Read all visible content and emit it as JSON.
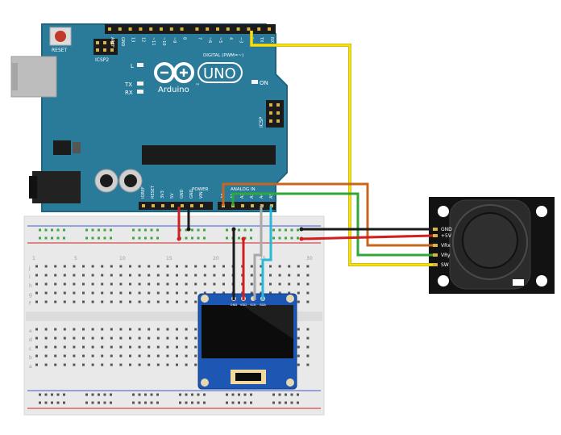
{
  "arduino": {
    "reset_label": "RESET",
    "icsp2_label": "ICSP2",
    "icsp_label": "ICSP",
    "brand_word": "UNO",
    "brand_name": "Arduino",
    "tm_mark": "™",
    "led_l": "L",
    "led_tx": "TX",
    "led_rx": "RX",
    "led_on": "ON",
    "digital_label": "DIGITAL (PWM=~)",
    "analog_label": "ANALOG IN",
    "power_label": "POWER",
    "digital_pins": [
      "AREF",
      "GND",
      "13",
      "12",
      "~11",
      "~10",
      "~9",
      "8",
      "7",
      "~6",
      "~5",
      "4",
      "~3",
      "2",
      "TX 1",
      "RX 0"
    ],
    "power_pins": [
      "IOREF",
      "RESET",
      "3V3",
      "5V",
      "GND",
      "GND",
      "VIN"
    ],
    "analog_pins": [
      "A0",
      "A1",
      "A2",
      "A3",
      "A4",
      "A5"
    ]
  },
  "breadboard": {
    "column_numbers": [
      "1",
      "5",
      "10",
      "15",
      "20",
      "25",
      "30"
    ],
    "row_letters_top": [
      "j",
      "i",
      "h",
      "g",
      "f"
    ],
    "row_letters_bottom": [
      "e",
      "d",
      "c",
      "b",
      "a"
    ]
  },
  "oled": {
    "pins": [
      "GND",
      "VDD",
      "SCK",
      "SDA"
    ]
  },
  "joystick": {
    "pins": [
      "GND",
      "+5V",
      "VRx",
      "VRy",
      "SW"
    ]
  },
  "colors": {
    "board": "#2a7a9a",
    "board_edge": "#1e6584",
    "wire_yellow": "#f2e020",
    "wire_orange": "#c8651d",
    "wire_green": "#2fa83a",
    "wire_red": "#d11f1f",
    "wire_black": "#1a1a1a",
    "wire_gray": "#a9a9a9",
    "wire_cyan": "#2ab8d8"
  }
}
